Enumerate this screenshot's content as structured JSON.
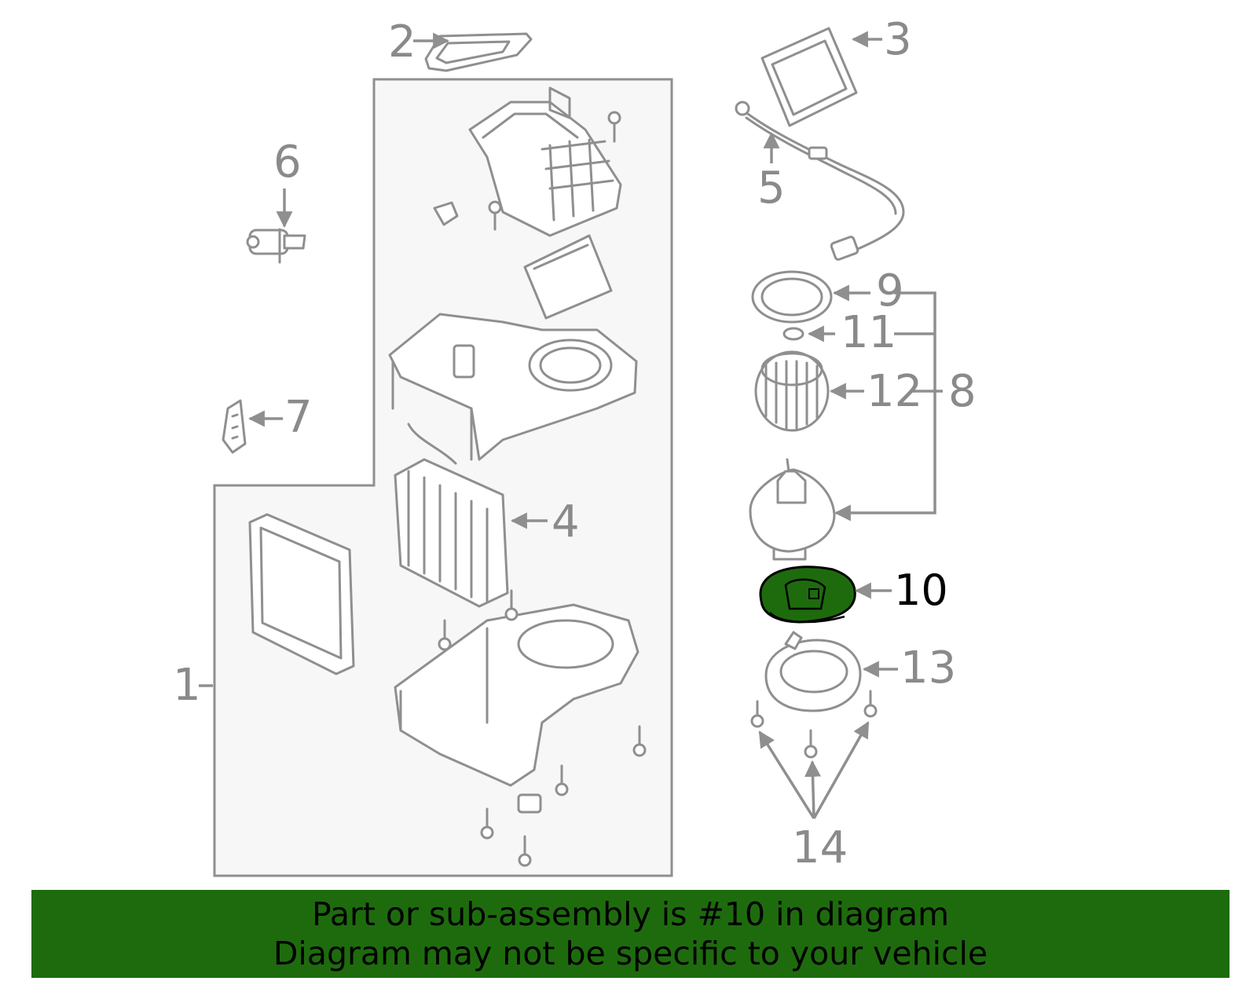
{
  "diagram": {
    "callouts": [
      "1",
      "2",
      "3",
      "4",
      "5",
      "6",
      "7",
      "8",
      "9",
      "10",
      "11",
      "12",
      "13",
      "14"
    ],
    "highlighted_part": "10",
    "highlight_color": "#1e6b0e",
    "line_color": "#8f8f8f",
    "panel_color": "#f7f7f7"
  },
  "banner": {
    "line1": "Part or sub-assembly is #10 in diagram",
    "line2": "Diagram may not be specific to your vehicle",
    "background": "#1e6b0e"
  }
}
